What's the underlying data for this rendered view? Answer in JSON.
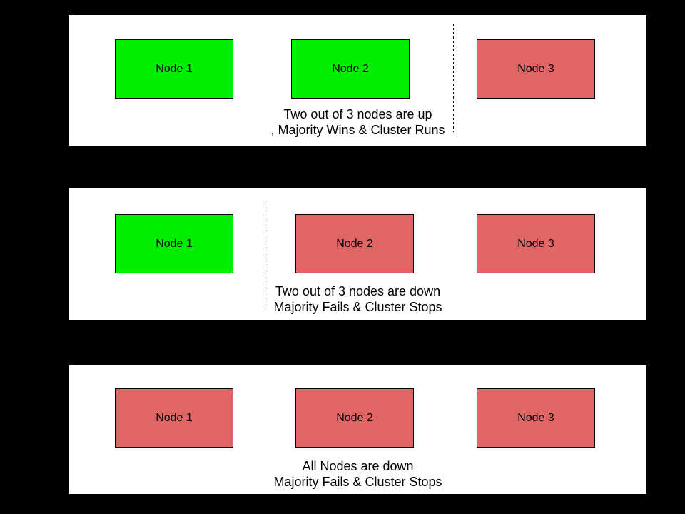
{
  "colors": {
    "background": "#000000",
    "panel_background": "#ffffff",
    "outline": "#000000",
    "node_up": "#00ee00",
    "node_down": "#e06666"
  },
  "panels": [
    {
      "caption_line1": "Two out of 3 nodes are up",
      "caption_line2": ", Majority Wins & Cluster Runs",
      "nodes": [
        {
          "label": "Node 1",
          "status": "up"
        },
        {
          "label": "Node 2",
          "status": "up"
        },
        {
          "label": "Node 3",
          "status": "down"
        }
      ]
    },
    {
      "caption_line1": "Two out of 3 nodes are down",
      "caption_line2": "Majority Fails & Cluster Stops",
      "nodes": [
        {
          "label": "Node 1",
          "status": "up"
        },
        {
          "label": "Node 2",
          "status": "down"
        },
        {
          "label": "Node 3",
          "status": "down"
        }
      ]
    },
    {
      "caption_line1": "All Nodes are down",
      "caption_line2": "Majority Fails & Cluster Stops",
      "nodes": [
        {
          "label": "Node 1",
          "status": "down"
        },
        {
          "label": "Node 2",
          "status": "down"
        },
        {
          "label": "Node 3",
          "status": "down"
        }
      ]
    }
  ]
}
